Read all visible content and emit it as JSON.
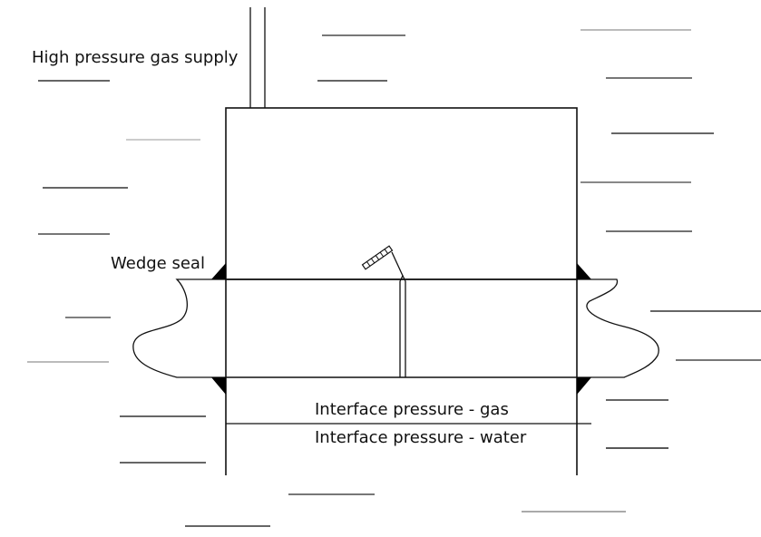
{
  "labels": {
    "gas_supply": "High pressure gas supply",
    "wedge_seal": "Wedge seal",
    "interface_gas": "Interface pressure - gas",
    "interface_water": "Interface pressure - water"
  },
  "colors": {
    "line": "#111111",
    "water_lines_dark": "#555555",
    "water_lines_light": "#bbbbbb",
    "seal_fill": "#000000"
  }
}
